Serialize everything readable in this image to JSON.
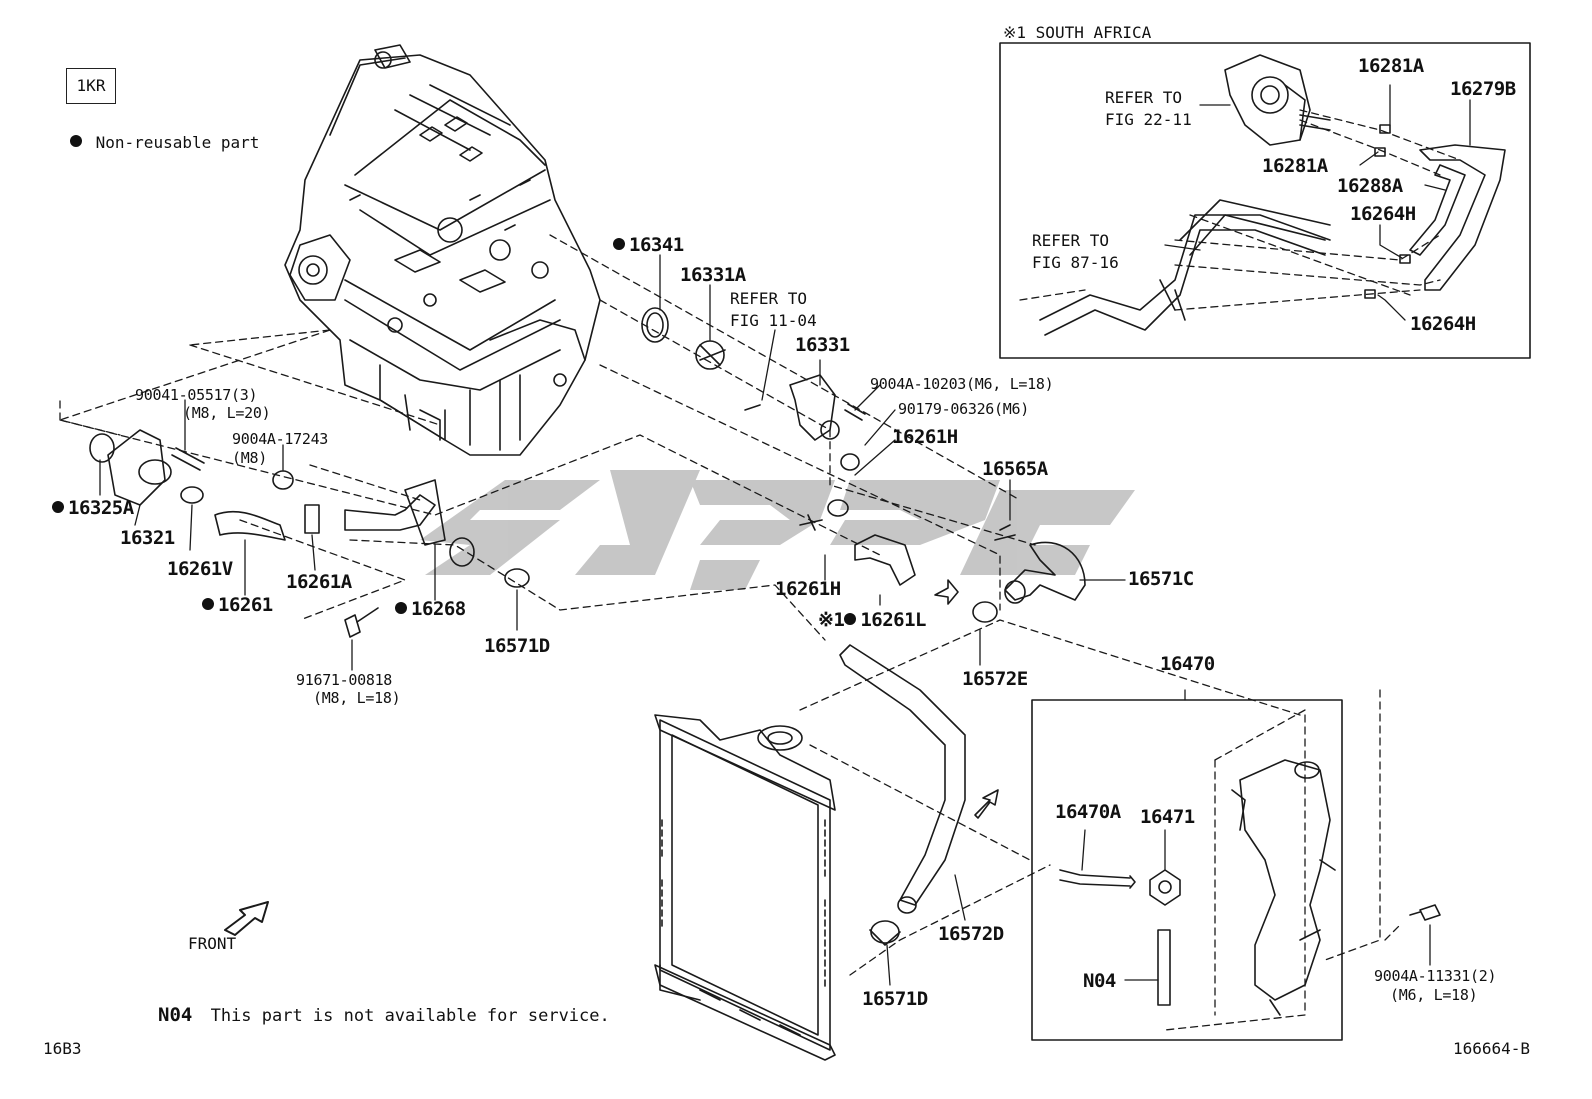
{
  "header": {
    "engine_code": "1KR",
    "legend_text": "Non-reusable part",
    "region_title": "※1 SOUTH AFRICA"
  },
  "footer": {
    "sheet_code": "16B3",
    "figure_number": "166664-B",
    "note_code": "N04",
    "note_text": "This part is not available for service."
  },
  "direction": {
    "label": "FRONT"
  },
  "refs": {
    "fig_11_04": "REFER TO\nFIG 11-04",
    "fig_22_11": "REFER TO\nFIG 22-11",
    "fig_87_16": "REFER TO\nFIG 87-16"
  },
  "parts": {
    "p16341": "16341",
    "p16331A": "16331A",
    "p16331": "16331",
    "b9004A_10203": "9004A-10203(M6, L=18)",
    "b90179_06326": "90179-06326(M6)",
    "p16261H_top": "16261H",
    "p16565A": "16565A",
    "b90041_05517": "90041-05517(3)",
    "b90041_05517_spec": "(M8, L=20)",
    "b9004A_17243": "9004A-17243",
    "b9004A_17243_spec": "(M8)",
    "p16325A": "16325A",
    "p16321": "16321",
    "p16261V": "16261V",
    "p16261": "16261",
    "p16261A": "16261A",
    "p16268": "16268",
    "p16571D_top": "16571D",
    "b91671_00818": "91671-00818",
    "b91671_00818_spec": "(M8, L=18)",
    "p16261H_mid": "16261H",
    "p16261L": "16261L",
    "p16261L_prefix": "※1",
    "p16571C": "16571C",
    "p16572E": "16572E",
    "p16470": "16470",
    "p16470A": "16470A",
    "p16471": "16471",
    "pN04": "N04",
    "p16572D": "16572D",
    "p16571D_bottom": "16571D",
    "b9004A_11331": "9004A-11331(2)",
    "b9004A_11331_spec": "(M6, L=18)",
    "p16281A_top": "16281A",
    "p16279B": "16279B",
    "p16281A_mid": "16281A",
    "p16288A": "16288A",
    "p16264H_top": "16264H",
    "p16264H_bottom": "16264H"
  },
  "colors": {
    "line": "#1a1a1a",
    "watermark": "#b9b9b9",
    "background": "#ffffff"
  }
}
